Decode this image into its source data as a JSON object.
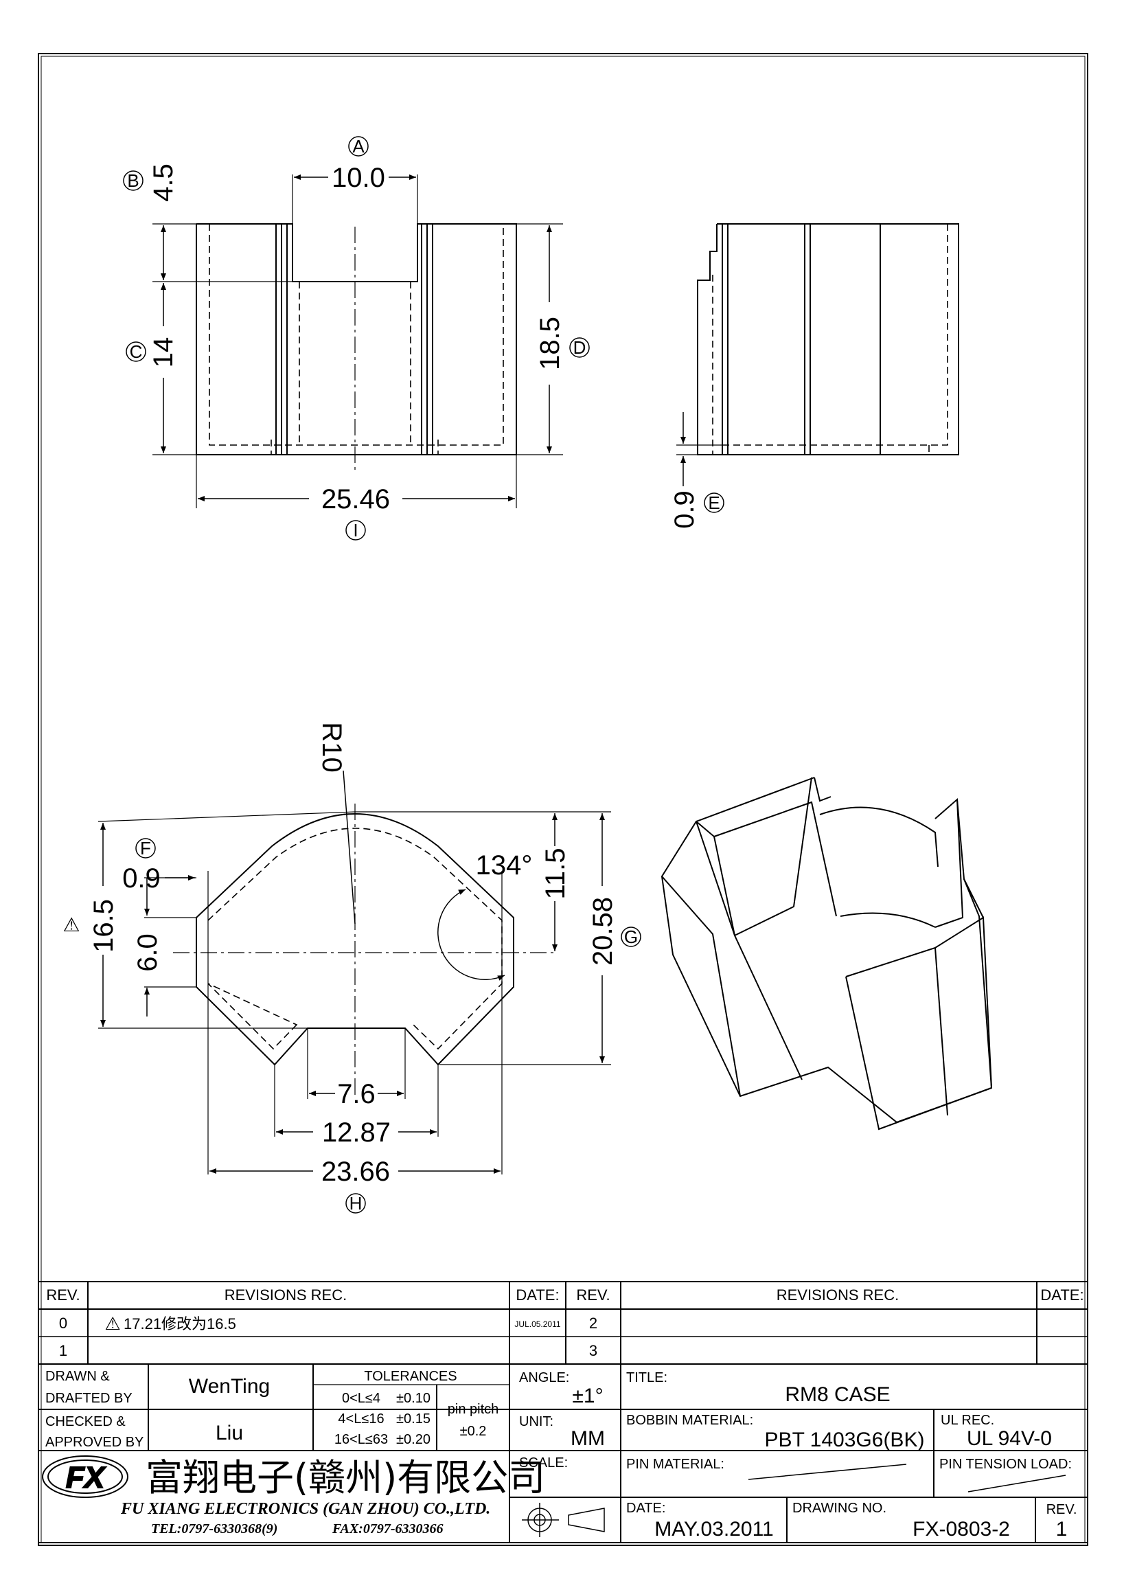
{
  "views": {
    "front": {
      "dims": {
        "A": "10.0",
        "B": "4.5",
        "C": "14",
        "D": "18.5",
        "I": "25.46"
      },
      "callouts": [
        "A",
        "B",
        "C",
        "D",
        "I"
      ]
    },
    "side": {
      "dims": {
        "E": "0.9"
      },
      "callouts": [
        "E"
      ]
    },
    "top": {
      "dims": {
        "radius": "R10",
        "F": "0.9",
        "rev_mark": "16.5",
        "inner_6": "6.0",
        "slot_7_6": "7.6",
        "w_12_87": "12.87",
        "H": "23.66",
        "h_11_5": "11.5",
        "G": "20.58",
        "angle": "134°"
      },
      "callouts": [
        "F",
        "G",
        "H"
      ]
    }
  },
  "title_block": {
    "rev_header": "REV.",
    "revisions_header": "REVISIONS    REC.",
    "date_header": "DATE:",
    "rev_header2": "REV.",
    "revisions_header2": "REVISIONS    REC.",
    "date_header2": "DATE:",
    "rows": [
      {
        "rev": "0",
        "text": "17.21修改为16.5",
        "date": "JUL.05.2011",
        "rev2": "2"
      },
      {
        "rev": "1",
        "text": "",
        "date": "",
        "rev2": "3"
      }
    ],
    "drawn_label_1": "DRAWN  &",
    "drawn_label_2": "DRAFTED BY",
    "drawn_by": "WenTing",
    "checked_label_1": "CHECKED  &",
    "checked_label_2": "APPROVED BY",
    "checked_by": "Liu",
    "tolerances_label": "TOLERANCES",
    "tol_rows": [
      {
        "range": "0<L≤4",
        "value": "±0.10"
      },
      {
        "range": "4<L≤16",
        "value": "±0.15"
      },
      {
        "range": "16<L≤63",
        "value": "±0.20"
      }
    ],
    "pin_pitch_label": "pin  pitch",
    "pin_pitch_value": "±0.2",
    "angle_label": "ANGLE:",
    "angle_value": "±1°",
    "unit_label": "UNIT:",
    "unit_value": "MM",
    "scale_label": "SCALE:",
    "title_label": "TITLE:",
    "title_value": "RM8  CASE",
    "bobbin_material_label": "BOBBIN  MATERIAL:",
    "bobbin_material_value": "PBT  1403G6(BK)",
    "ul_rec_label": "UL  REC.",
    "ul_rec_value": "UL  94V-0",
    "pin_material_label": "PIN  MATERIAL:",
    "pin_tension_label": "PIN  TENSION  LOAD:",
    "date_label": "DATE:",
    "date_value": "MAY.03.2011",
    "drawing_no_label": "DRAWING  NO.",
    "drawing_no_value": "FX-0803-2",
    "rev_label": "REV.",
    "rev_value": "1",
    "company_cn": "富翔电子(赣州)有限公司",
    "company_en": "FU  XIANG  ELECTRONICS  (GAN  ZHOU)  CO.,LTD.",
    "tel": "TEL:0797-6330368(9)",
    "fax": "FAX:0797-6330366",
    "logo_text": "FX"
  }
}
